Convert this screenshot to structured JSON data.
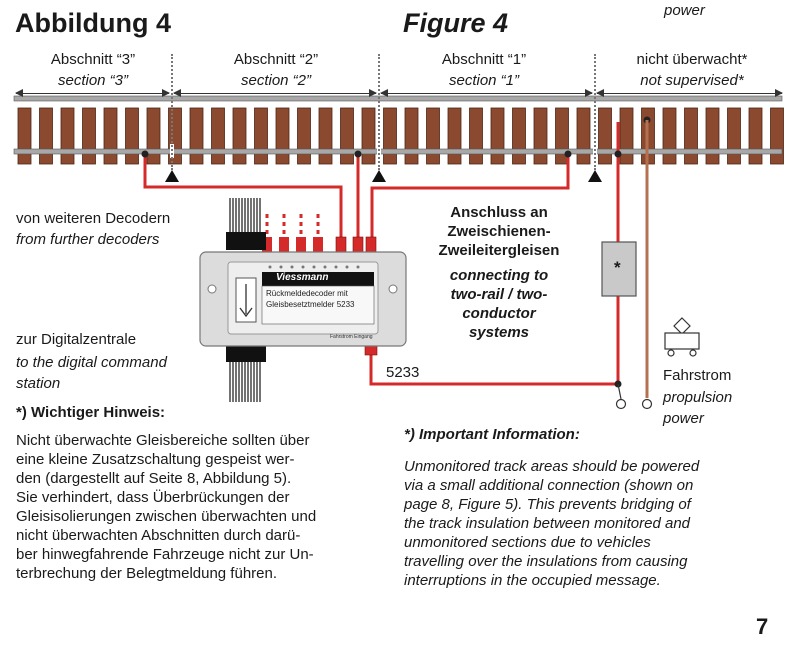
{
  "title_de": "Abbildung 4",
  "title_en": "Figure 4",
  "top_power": "power",
  "sections": [
    {
      "de": "Abschnitt “3”",
      "en": "section “3”"
    },
    {
      "de": "Abschnitt “2”",
      "en": "section “2”"
    },
    {
      "de": "Abschnitt “1”",
      "en": "section “1”"
    },
    {
      "de": "nicht überwacht*",
      "en": "not supervised*"
    }
  ],
  "left_labels": {
    "further_de": "von weiteren Decodern",
    "further_en": "from further decoders",
    "central_de": "zur Digitalzentrale",
    "central_en1": "to the digital command",
    "central_en2": "station"
  },
  "center_labels": {
    "de1": "Anschluss an",
    "de2": "Zweischienen-",
    "de3": "Zweileitergleisen",
    "en1": "connecting to",
    "en2": "two-rail / two-",
    "en3": "conductor",
    "en4": "systems"
  },
  "decoder": {
    "brand": "Viessmann",
    "line1": "Rückmeldedecoder mit",
    "line2": "Gleisbesetztmelder 5233",
    "corner": "Fahrstrom Eingang"
  },
  "model_number": "5233",
  "asterisk_box": "*",
  "propulsion": {
    "de": "Fahrstrom",
    "en1": "propulsion",
    "en2": "power"
  },
  "note_de_title": "*) Wichtiger Hinweis:",
  "note_de_lines": [
    "Nicht überwachte Gleisbereiche sollten über",
    "eine kleine Zusatzschaltung gespeist wer-",
    "den (dargestellt auf Seite 8, Abbildung 5).",
    "Sie verhindert, dass Überbrückungen der",
    "Gleisisolierungen zwischen überwachten und",
    "nicht überwachten Abschnitten durch darü-",
    "ber hinwegfahrende Fahrzeuge nicht zur Un-",
    "terbrechung der Belegtmeldung führen."
  ],
  "note_en_title": "*) Important Information:",
  "note_en_lines": [
    "Unmonitored track areas should be powered",
    "via a small additional connection (shown on",
    "page 8, Figure 5). This prevents bridging of",
    "the track insulation between monitored and",
    "unmonitored sections due to vehicles",
    "travelling over the insulations from causing",
    "interruptions in the occupied message."
  ],
  "page_number": "7",
  "colors": {
    "wire_red": "#d42a2a",
    "wire_brown": "#b5714f",
    "tie": "#8b4a30",
    "rail": "#9a9a9a"
  }
}
